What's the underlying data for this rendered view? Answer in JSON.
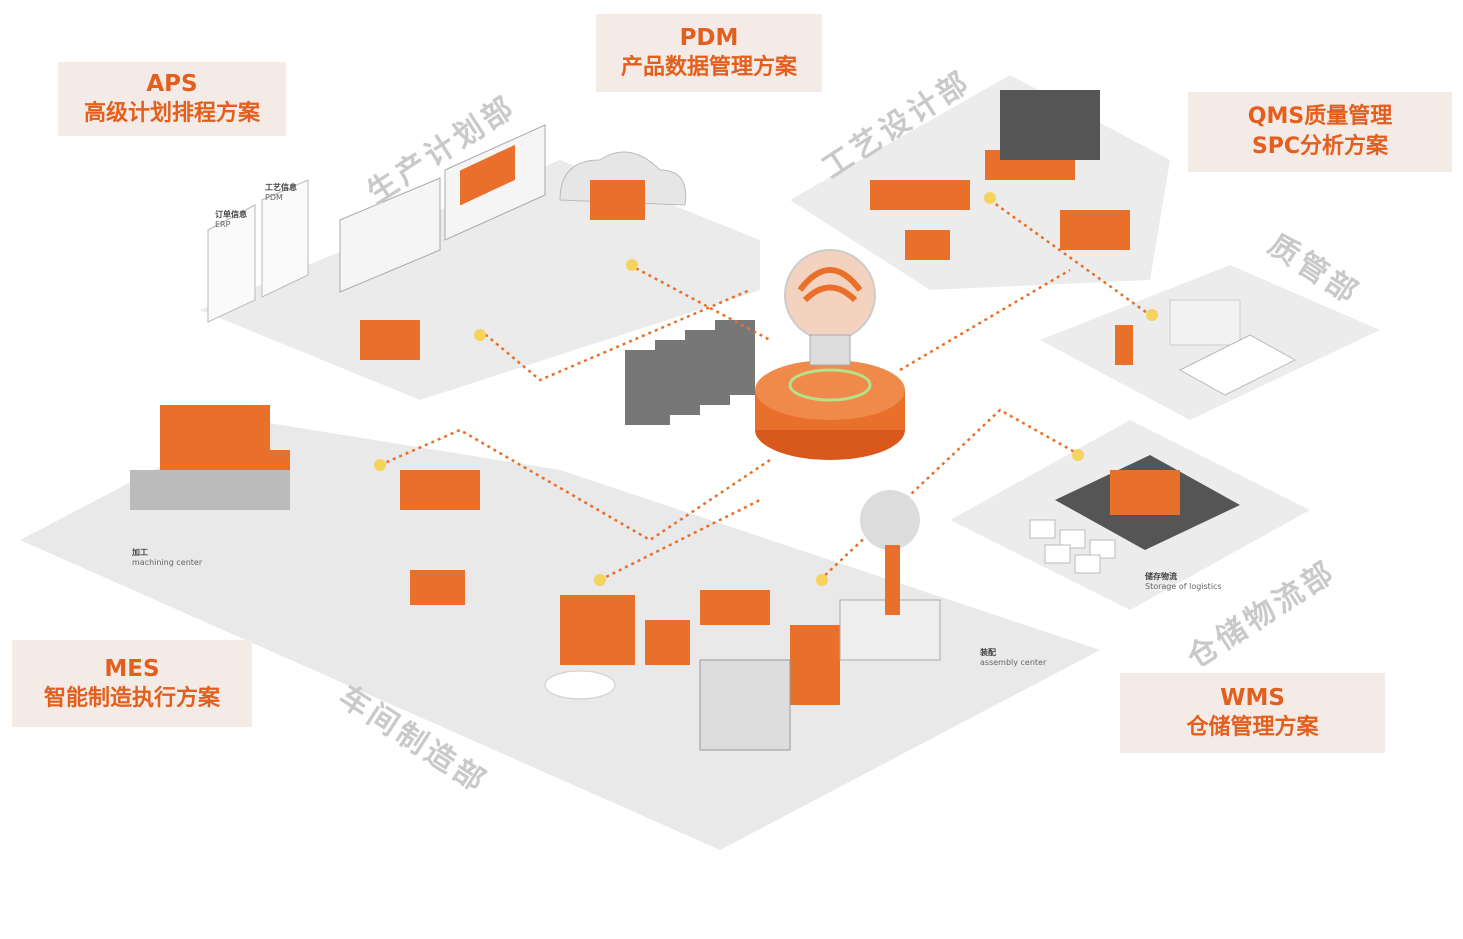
{
  "callouts": {
    "aps": {
      "line1": "APS",
      "line2": "高级计划排程方案"
    },
    "pdm": {
      "line1": "PDM",
      "line2": "产品数据管理方案"
    },
    "qms": {
      "line1": "QMS质量管理",
      "line2": "SPC分析方案"
    },
    "mes": {
      "line1": "MES",
      "line2": "智能制造执行方案"
    },
    "wms": {
      "line1": "WMS",
      "line2": "仓储管理方案"
    }
  },
  "departments": {
    "production_planning": "生产计划部",
    "process_design": "工艺设计部",
    "quality": "质管部",
    "warehouse_logistics": "仓储物流部",
    "workshop_manufacturing": "车间制造部"
  },
  "small_labels": {
    "order_info": {
      "cn": "订单信息",
      "en": "ERP"
    },
    "process_info": {
      "cn": "工艺信息",
      "en": "PDM"
    },
    "machining": {
      "cn": "加工",
      "en": "machining center"
    },
    "assembly": {
      "cn": "装配",
      "en": "assembly center"
    },
    "storage": {
      "cn": "储存物流",
      "en": "Storage of logistics"
    }
  },
  "colors": {
    "accent": "#e8702a",
    "callout_bg": "#f5ebe6",
    "callout_text": "#e35f1e",
    "platform": "#ececec",
    "dept_text": "#c9c9c9"
  }
}
